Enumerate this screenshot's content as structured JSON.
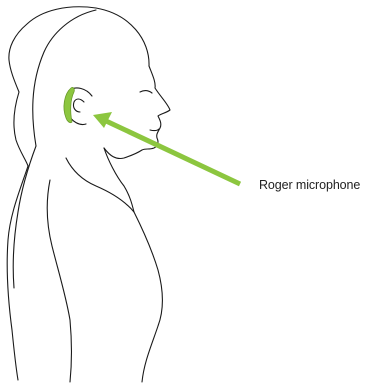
{
  "callout": {
    "label": "Roger microphone"
  },
  "colors": {
    "outline": "#1a1a1a",
    "accent": "#8cc63f",
    "background": "#ffffff",
    "text": "#222222"
  },
  "icons": {
    "figure": "person-profile-outline",
    "device": "microphone-behind-ear",
    "pointer": "arrow-pointer"
  }
}
